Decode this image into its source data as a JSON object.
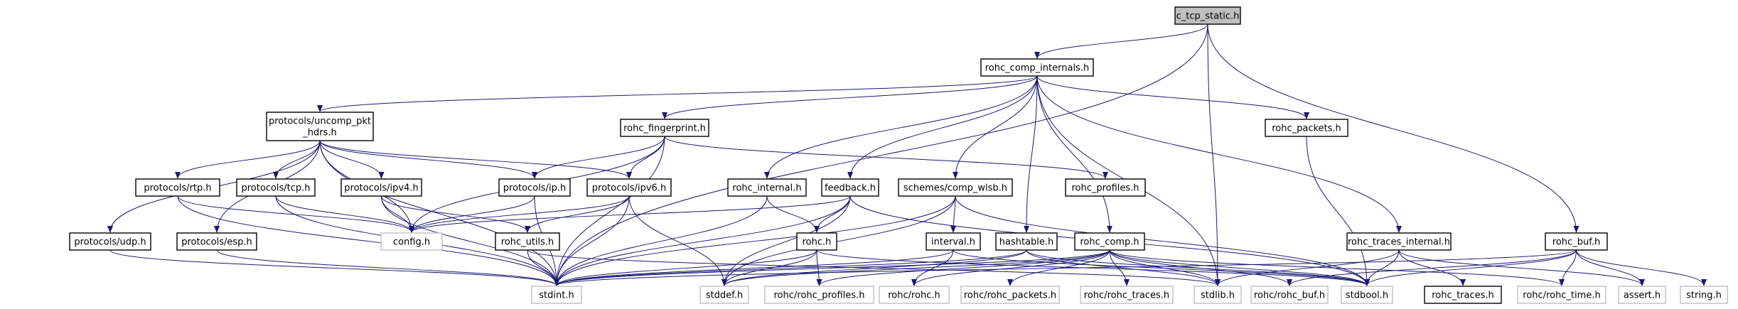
{
  "colors": {
    "edge": "#191970",
    "node_border": "#000000",
    "node_border_external": "#bfbfbf",
    "root_fill": "#bfbfbf",
    "node_fill": "#ffffff"
  },
  "nodes": {
    "c_tcp_static": {
      "label": [
        "c_tcp_static.h"
      ],
      "style": "root"
    },
    "rohc_comp_internals": {
      "label": [
        "rohc_comp_internals.h"
      ],
      "style": "normal"
    },
    "uncomp_pkt_hdrs": {
      "label": [
        "protocols/uncomp_pkt",
        "_hdrs.h"
      ],
      "style": "normal"
    },
    "rohc_fingerprint": {
      "label": [
        "rohc_fingerprint.h"
      ],
      "style": "normal"
    },
    "rohc_packets": {
      "label": [
        "rohc_packets.h"
      ],
      "style": "normal"
    },
    "rohc_internal": {
      "label": [
        "rohc_internal.h"
      ],
      "style": "normal"
    },
    "feedback": {
      "label": [
        "feedback.h"
      ],
      "style": "normal"
    },
    "comp_wlsb": {
      "label": [
        "schemes/comp_wlsb.h"
      ],
      "style": "normal"
    },
    "rohc_profiles": {
      "label": [
        "rohc_profiles.h"
      ],
      "style": "normal"
    },
    "protocols_rtp": {
      "label": [
        "protocols/rtp.h"
      ],
      "style": "normal"
    },
    "protocols_tcp": {
      "label": [
        "protocols/tcp.h"
      ],
      "style": "normal"
    },
    "protocols_ipv4": {
      "label": [
        "protocols/ipv4.h"
      ],
      "style": "normal"
    },
    "protocols_ip": {
      "label": [
        "protocols/ip.h"
      ],
      "style": "normal"
    },
    "protocols_ipv6": {
      "label": [
        "protocols/ipv6.h"
      ],
      "style": "normal"
    },
    "rohc_h": {
      "label": [
        "rohc.h"
      ],
      "style": "normal"
    },
    "interval": {
      "label": [
        "interval.h"
      ],
      "style": "normal"
    },
    "hashtable": {
      "label": [
        "hashtable.h"
      ],
      "style": "normal"
    },
    "rohc_comp": {
      "label": [
        "rohc_comp.h"
      ],
      "style": "normal"
    },
    "rohc_traces_internal": {
      "label": [
        "rohc_traces_internal.h"
      ],
      "style": "normal"
    },
    "rohc_buf": {
      "label": [
        "rohc_buf.h"
      ],
      "style": "normal"
    },
    "protocols_udp": {
      "label": [
        "protocols/udp.h"
      ],
      "style": "normal"
    },
    "protocols_esp": {
      "label": [
        "protocols/esp.h"
      ],
      "style": "normal"
    },
    "config": {
      "label": [
        "config.h"
      ],
      "style": "external"
    },
    "rohc_utils": {
      "label": [
        "rohc_utils.h"
      ],
      "style": "normal"
    },
    "stdint": {
      "label": [
        "stdint.h"
      ],
      "style": "external"
    },
    "stddef": {
      "label": [
        "stddef.h"
      ],
      "style": "external"
    },
    "rohc_rohc_profiles": {
      "label": [
        "rohc/rohc_profiles.h"
      ],
      "style": "external"
    },
    "rohc_rohc": {
      "label": [
        "rohc/rohc.h"
      ],
      "style": "external"
    },
    "rohc_rohc_packets": {
      "label": [
        "rohc/rohc_packets.h"
      ],
      "style": "external"
    },
    "rohc_rohc_traces": {
      "label": [
        "rohc/rohc_traces.h"
      ],
      "style": "external"
    },
    "stdlib": {
      "label": [
        "stdlib.h"
      ],
      "style": "external"
    },
    "rohc_rohc_buf": {
      "label": [
        "rohc/rohc_buf.h"
      ],
      "style": "external"
    },
    "stdbool": {
      "label": [
        "stdbool.h"
      ],
      "style": "external"
    },
    "rohc_traces": {
      "label": [
        "rohc_traces.h"
      ],
      "style": "normal"
    },
    "rohc_rohc_time": {
      "label": [
        "rohc/rohc_time.h"
      ],
      "style": "external"
    },
    "assert": {
      "label": [
        "assert.h"
      ],
      "style": "external"
    },
    "string": {
      "label": [
        "string.h"
      ],
      "style": "external"
    }
  },
  "edges": [
    [
      "c_tcp_static",
      "rohc_comp_internals"
    ],
    [
      "c_tcp_static",
      "stdint"
    ],
    [
      "c_tcp_static",
      "stdlib"
    ],
    [
      "c_tcp_static",
      "rohc_buf"
    ],
    [
      "rohc_comp_internals",
      "uncomp_pkt_hdrs"
    ],
    [
      "rohc_comp_internals",
      "rohc_fingerprint"
    ],
    [
      "rohc_comp_internals",
      "rohc_packets"
    ],
    [
      "rohc_comp_internals",
      "rohc_internal"
    ],
    [
      "rohc_comp_internals",
      "feedback"
    ],
    [
      "rohc_comp_internals",
      "comp_wlsb"
    ],
    [
      "rohc_comp_internals",
      "hashtable"
    ],
    [
      "rohc_comp_internals",
      "rohc_comp"
    ],
    [
      "rohc_comp_internals",
      "rohc_traces_internal"
    ],
    [
      "rohc_comp_internals",
      "stdlib"
    ],
    [
      "uncomp_pkt_hdrs",
      "protocols_rtp"
    ],
    [
      "uncomp_pkt_hdrs",
      "protocols_tcp"
    ],
    [
      "uncomp_pkt_hdrs",
      "protocols_ipv4"
    ],
    [
      "uncomp_pkt_hdrs",
      "protocols_ip"
    ],
    [
      "uncomp_pkt_hdrs",
      "protocols_ipv6"
    ],
    [
      "uncomp_pkt_hdrs",
      "protocols_udp"
    ],
    [
      "uncomp_pkt_hdrs",
      "protocols_esp"
    ],
    [
      "uncomp_pkt_hdrs",
      "config"
    ],
    [
      "uncomp_pkt_hdrs",
      "stdint"
    ],
    [
      "rohc_fingerprint",
      "protocols_ip"
    ],
    [
      "rohc_fingerprint",
      "protocols_ipv6"
    ],
    [
      "rohc_fingerprint",
      "rohc_profiles"
    ],
    [
      "rohc_fingerprint",
      "config"
    ],
    [
      "rohc_fingerprint",
      "stdint"
    ],
    [
      "rohc_packets",
      "stdbool"
    ],
    [
      "rohc_internal",
      "rohc_h"
    ],
    [
      "rohc_internal",
      "stdint"
    ],
    [
      "feedback",
      "rohc_h"
    ],
    [
      "feedback",
      "config"
    ],
    [
      "feedback",
      "stdint"
    ],
    [
      "feedback",
      "stddef"
    ],
    [
      "feedback",
      "stdbool"
    ],
    [
      "comp_wlsb",
      "interval"
    ],
    [
      "comp_wlsb",
      "stdint"
    ],
    [
      "comp_wlsb",
      "stddef"
    ],
    [
      "comp_wlsb",
      "stdbool"
    ],
    [
      "protocols_rtp",
      "config"
    ],
    [
      "protocols_rtp",
      "stdint"
    ],
    [
      "protocols_tcp",
      "config"
    ],
    [
      "protocols_tcp",
      "stdint"
    ],
    [
      "protocols_ipv4",
      "config"
    ],
    [
      "protocols_ipv4",
      "rohc_utils"
    ],
    [
      "protocols_ipv4",
      "stdint"
    ],
    [
      "protocols_ip",
      "config"
    ],
    [
      "protocols_ip",
      "stdint"
    ],
    [
      "protocols_ipv6",
      "config"
    ],
    [
      "protocols_ipv6",
      "rohc_utils"
    ],
    [
      "protocols_ipv6",
      "stdint"
    ],
    [
      "protocols_ipv6",
      "stddef"
    ],
    [
      "protocols_udp",
      "stdint"
    ],
    [
      "protocols_esp",
      "stdint"
    ],
    [
      "rohc_utils",
      "stdint"
    ],
    [
      "rohc_utils",
      "stdlib"
    ],
    [
      "rohc_h",
      "stdint"
    ],
    [
      "rohc_h",
      "stddef"
    ],
    [
      "rohc_h",
      "rohc_rohc_profiles"
    ],
    [
      "rohc_h",
      "stdbool"
    ],
    [
      "interval",
      "rohc_rohc"
    ],
    [
      "interval",
      "stdint"
    ],
    [
      "interval",
      "stdbool"
    ],
    [
      "hashtable",
      "stdint"
    ],
    [
      "hashtable",
      "stddef"
    ],
    [
      "hashtable",
      "stdlib"
    ],
    [
      "hashtable",
      "stdbool"
    ],
    [
      "rohc_comp",
      "rohc_rohc"
    ],
    [
      "rohc_comp",
      "rohc_rohc_packets"
    ],
    [
      "rohc_comp",
      "rohc_rohc_traces"
    ],
    [
      "rohc_comp",
      "rohc_rohc_profiles"
    ],
    [
      "rohc_comp",
      "rohc_rohc_buf"
    ],
    [
      "rohc_comp",
      "rohc_rohc_time"
    ],
    [
      "rohc_comp",
      "stdlib"
    ],
    [
      "rohc_comp",
      "stdint"
    ],
    [
      "rohc_comp",
      "stddef"
    ],
    [
      "rohc_comp",
      "stdbool"
    ],
    [
      "rohc_traces_internal",
      "rohc_traces"
    ],
    [
      "rohc_traces_internal",
      "stdlib"
    ],
    [
      "rohc_traces_internal",
      "stdbool"
    ],
    [
      "rohc_traces_internal",
      "assert"
    ],
    [
      "rohc_buf",
      "rohc_rohc_buf"
    ],
    [
      "rohc_buf",
      "rohc_rohc_time"
    ],
    [
      "rohc_buf",
      "stdbool"
    ],
    [
      "rohc_buf",
      "assert"
    ],
    [
      "rohc_buf",
      "string"
    ],
    [
      "rohc_buf",
      "stdint"
    ]
  ]
}
